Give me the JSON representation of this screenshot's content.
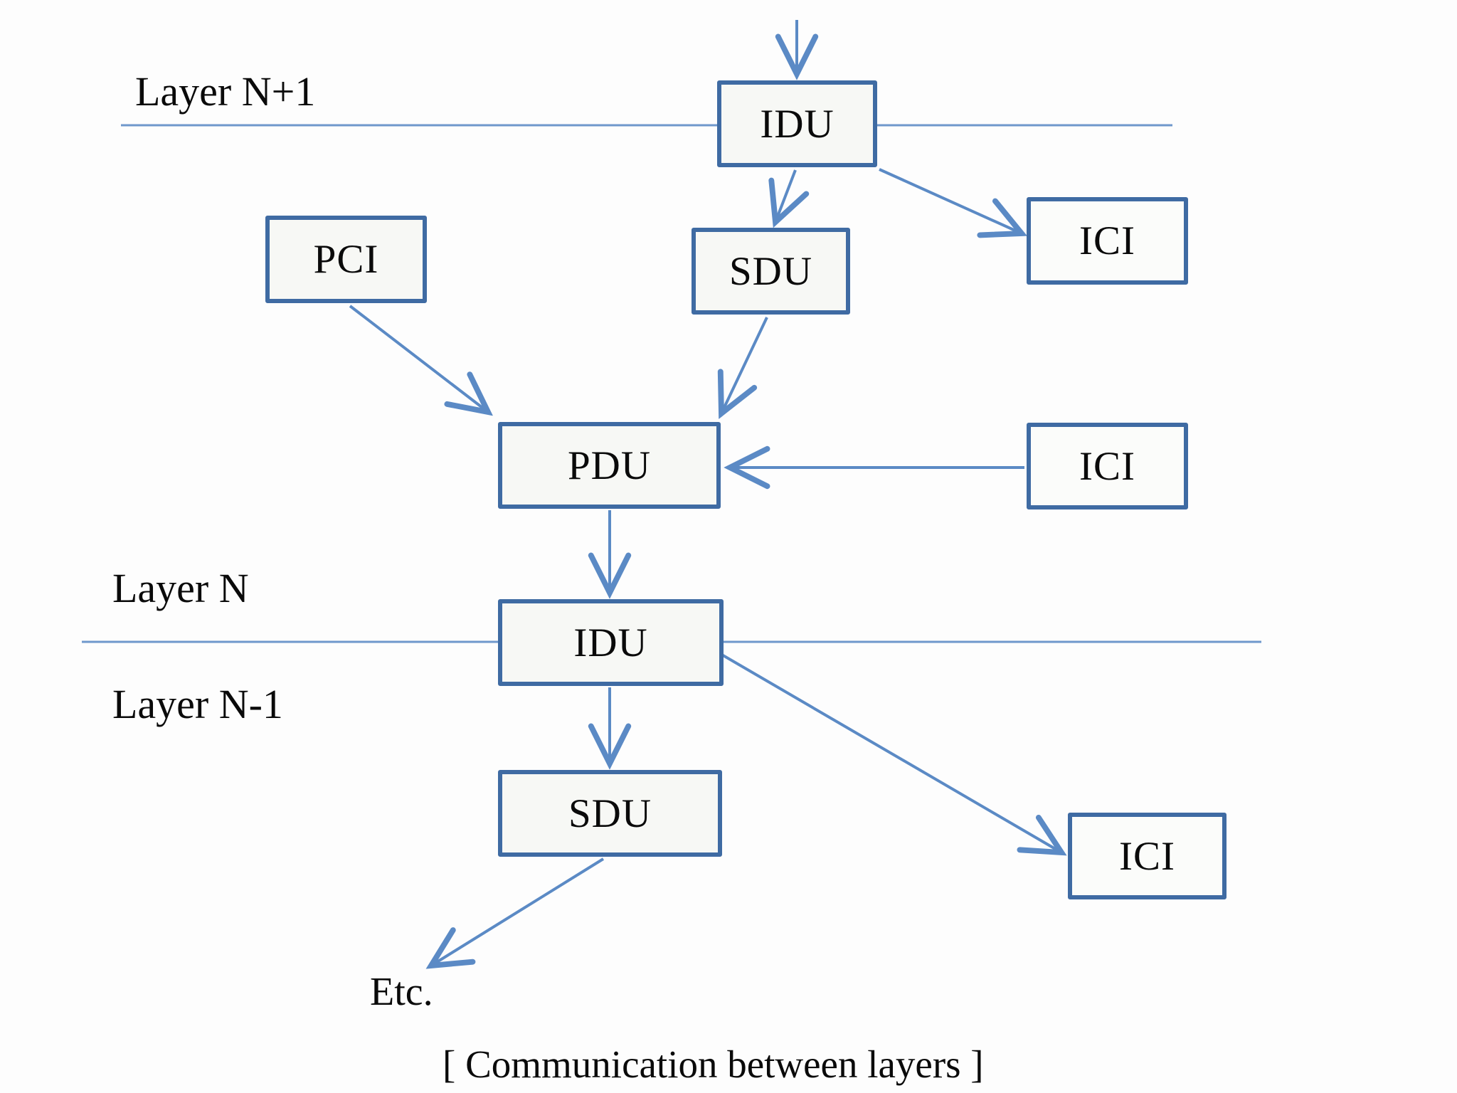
{
  "diagram": {
    "title_caption": "[ Communication between layers ]",
    "nodes": {
      "idu_top": "IDU",
      "pci": "PCI",
      "sdu_top": "SDU",
      "ici_top": "ICI",
      "pdu": "PDU",
      "ici_middle": "ICI",
      "idu_bottom": "IDU",
      "sdu_bottom": "SDU",
      "ici_bottom": "ICI"
    },
    "labels": {
      "layer_top": "Layer N+1",
      "layer_middle": "Layer N",
      "layer_bottom": "Layer N-1",
      "etc": "Etc.",
      "caption": "[ Communication between layers ]"
    },
    "colors": {
      "box_border": "#3f6ba3",
      "box_fill": "#f7f8f5",
      "connector_blue": "#5b8ac5",
      "layer_line_blue": "#6f98cc",
      "text": "#0a0a0a",
      "background": "#fdfdfd"
    }
  }
}
